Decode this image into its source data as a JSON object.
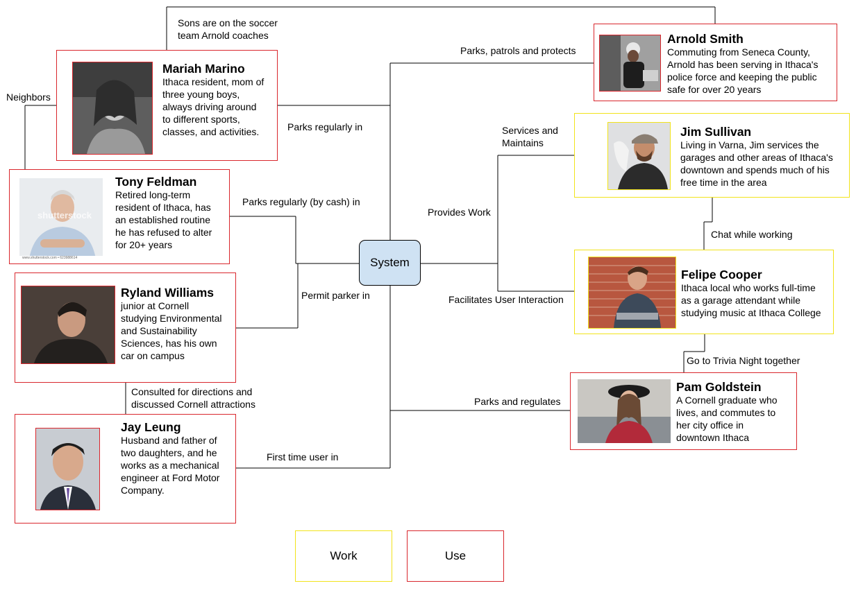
{
  "colors": {
    "use_border": "#d9262c",
    "work_border": "#f2e31a",
    "system_fill": "#cfe2f3",
    "line": "#000000"
  },
  "system": {
    "label": "System"
  },
  "legend": {
    "work": "Work",
    "use": "Use"
  },
  "personas": {
    "mariah": {
      "name": "Mariah Marino",
      "desc": "Ithaca resident, mom of\nthree young boys,\nalways driving around\nto different sports,\nclasses, and activities.",
      "role": "use",
      "photo_icon": "woman-portrait-photo"
    },
    "tony": {
      "name": "Tony Feldman",
      "desc": "Retired long-term\nresident of Ithaca, has\nan established routine\nhe has refused to alter\nfor 20+ years",
      "role": "use",
      "photo_icon": "older-man-portrait-photo",
      "watermark": "shutterstock",
      "caption": "www.shutterstock.com • 623988614"
    },
    "ryland": {
      "name": "Ryland Williams",
      "desc": "junior at Cornell\nstudying Environmental\nand Sustainability\nSciences, has his own\ncar on campus",
      "role": "use",
      "photo_icon": "young-man-portrait-photo"
    },
    "jay": {
      "name": "Jay Leung",
      "desc": " Husband and father of\ntwo daughters, and he\nworks as a mechanical\nengineer at Ford Motor\nCompany.",
      "role": "use",
      "photo_icon": "man-in-suit-portrait-photo"
    },
    "arnold": {
      "name": "Arnold Smith",
      "desc": "Commuting from Seneca County,\nArnold has been serving in Ithaca's\npolice force and keeping the public\nsafe for over 20 years",
      "role": "use",
      "photo_icon": "police-officer-photo"
    },
    "jim": {
      "name": "Jim Sullivan",
      "desc": "Living in Varna, Jim services  the\ngarages and other areas of Ithaca's\ndowntown and spends much of his\nfree time in the area",
      "role": "work",
      "photo_icon": "man-with-cap-photo"
    },
    "felipe": {
      "name": "Felipe Cooper",
      "desc": "Ithaca local who works full-time\nas a garage attendant while\nstudying music at Ithaca College",
      "role": "work",
      "photo_icon": "young-man-brick-wall-photo"
    },
    "pam": {
      "name": "Pam Goldstein",
      "desc": "A Cornell graduate who\nlives, and commutes to\nher city office in\ndowntown Ithaca",
      "role": "use",
      "photo_icon": "woman-with-hat-photo"
    }
  },
  "edges": {
    "mariah_arnold": "Sons are on the soccer\nteam Arnold coaches",
    "mariah_tony": "Neighbors",
    "mariah_system": "Parks regularly in",
    "tony_system": "Parks regularly (by cash) in",
    "ryland_system": "Permit parker in",
    "ryland_jay": "Consulted  for directions and\ndiscussed Cornell attractions",
    "jay_system": "First time user in",
    "arnold_system": "Parks, patrols and protects",
    "jim_system": "Services and\nMaintains",
    "provides_work": "Provides Work",
    "felipe_system": "Facilitates User Interaction",
    "jim_felipe": "Chat while working",
    "felipe_pam": "Go to Trivia Night together",
    "pam_system": "Parks and regulates"
  }
}
